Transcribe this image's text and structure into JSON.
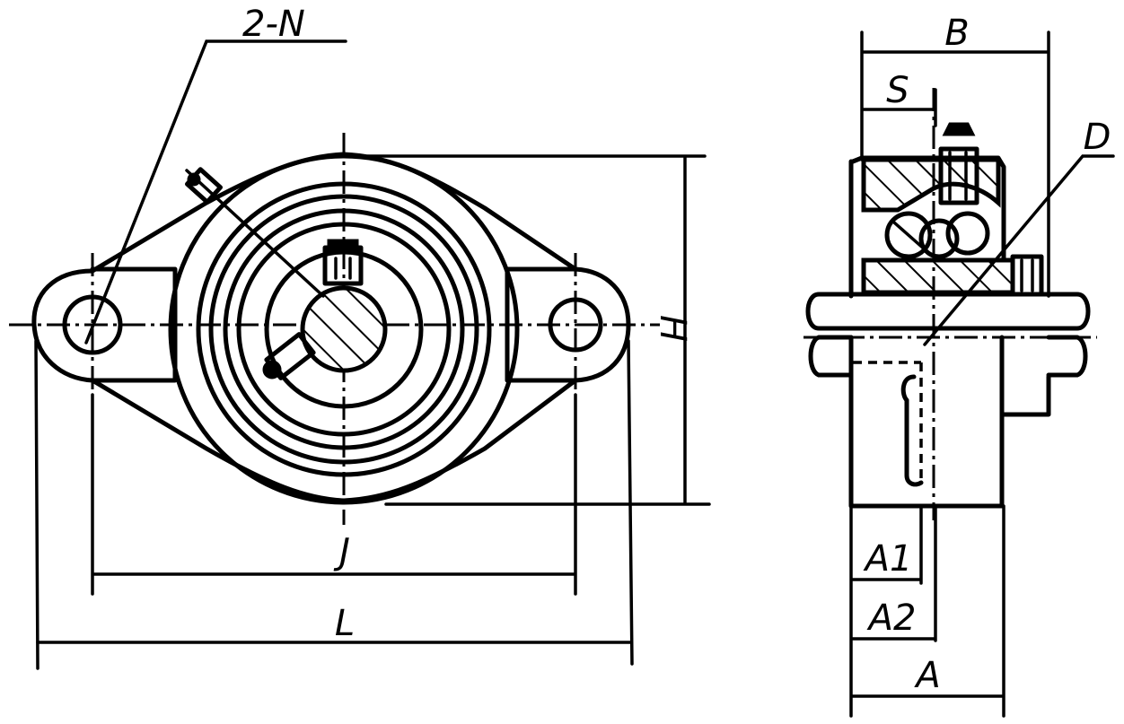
{
  "diagram": {
    "front_view": {
      "labels": {
        "holes": "2-N",
        "height": "H",
        "bolt_spacing": "J",
        "length": "L"
      }
    },
    "side_view": {
      "labels": {
        "width": "B",
        "setscrew_offset": "S",
        "bore": "D",
        "a1": "A1",
        "a2": "A2",
        "a": "A"
      }
    }
  }
}
